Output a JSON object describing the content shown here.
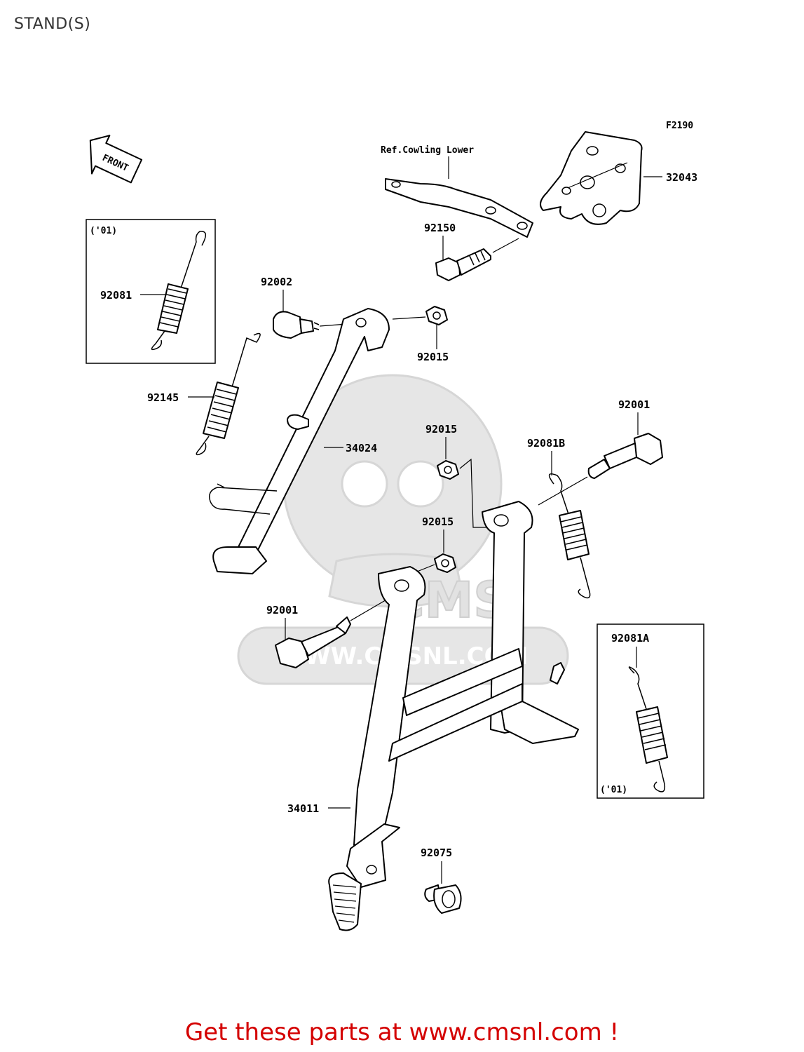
{
  "page": {
    "title": "STAND(S)",
    "promo": "Get these parts at www.cmsnl.com !"
  },
  "diagram": {
    "figure_code": "F2190",
    "front_label": "FRONT",
    "watermark_text": "WWW.CMSNL.COM",
    "watermark_logo": "CMS",
    "reference_note": "Ref.Cowling Lower",
    "parts": [
      {
        "number": "32043"
      },
      {
        "number": "92150"
      },
      {
        "number": "92081"
      },
      {
        "number": "92002"
      },
      {
        "number": "92015"
      },
      {
        "number": "92145"
      },
      {
        "number": "34024"
      },
      {
        "number": "92015"
      },
      {
        "number": "92001"
      },
      {
        "number": "92081B"
      },
      {
        "number": "92015"
      },
      {
        "number": "92001"
      },
      {
        "number": "92081A"
      },
      {
        "number": "34011"
      },
      {
        "number": "92075"
      }
    ],
    "inset_boxes": [
      {
        "year_label": "('01)"
      },
      {
        "year_label": "('01)"
      }
    ]
  }
}
